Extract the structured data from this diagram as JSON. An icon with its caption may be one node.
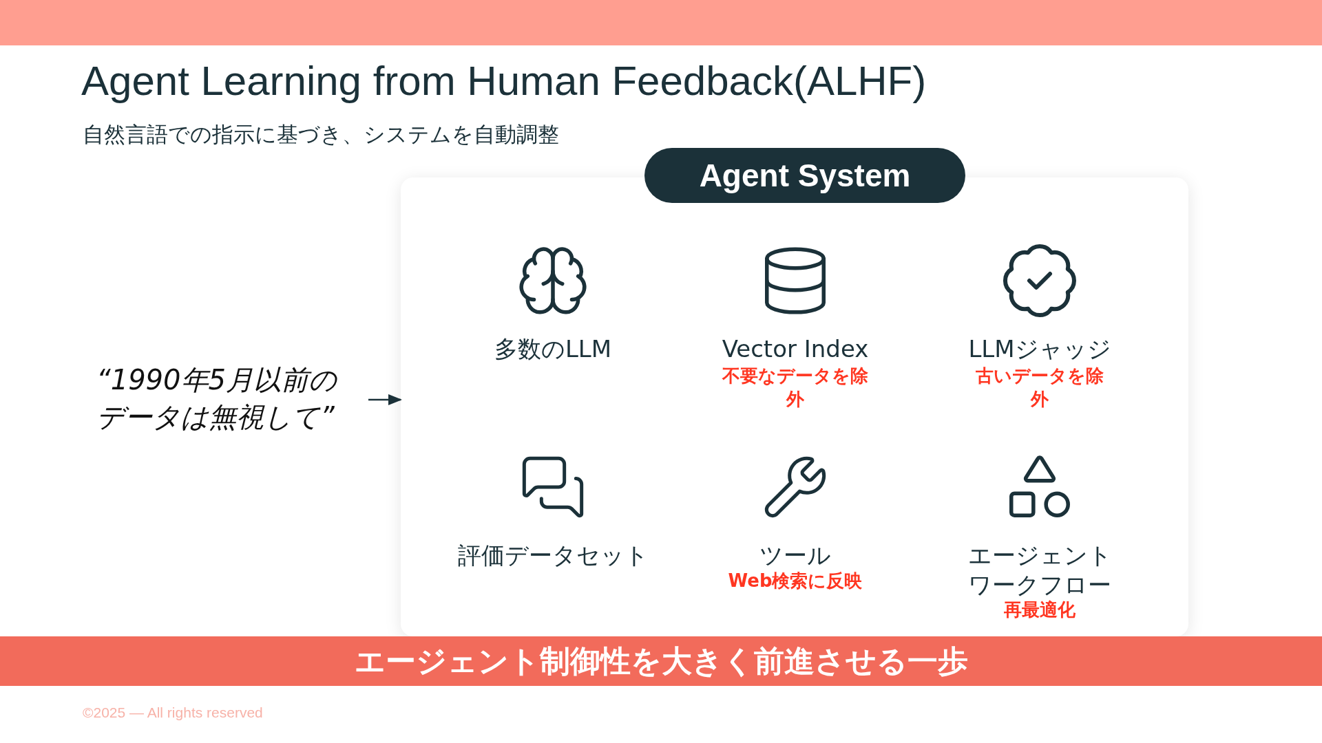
{
  "diagram": {
    "title": "Agent Learning from Human Feedback(ALHF)",
    "nodes": [
      {
        "text": [
          "“1990年5月以前のデータは無視して”"
        ]
      },
      {
        "text": [
          "Agent System"
        ]
      },
      {
        "text": [
          "エージェント制御性を大きく前進させる一歩"
        ]
      }
    ],
    "edges": [
      {
        "from": 0,
        "to": 1,
        "arrow": "to"
      }
    ],
    "labels": [
      "自然言語での指示に基づき、システムを自動調整",
      "多数のLLM",
      "Vector Index",
      "不要なデータを除外",
      "LLMジャッジ",
      "古いデータを除外",
      "評価データセット",
      "ツール",
      "Web検索に反映",
      "エージェントワークフロー",
      "再最適化",
      "©2025 — All rights reserved"
    ]
  }
}
